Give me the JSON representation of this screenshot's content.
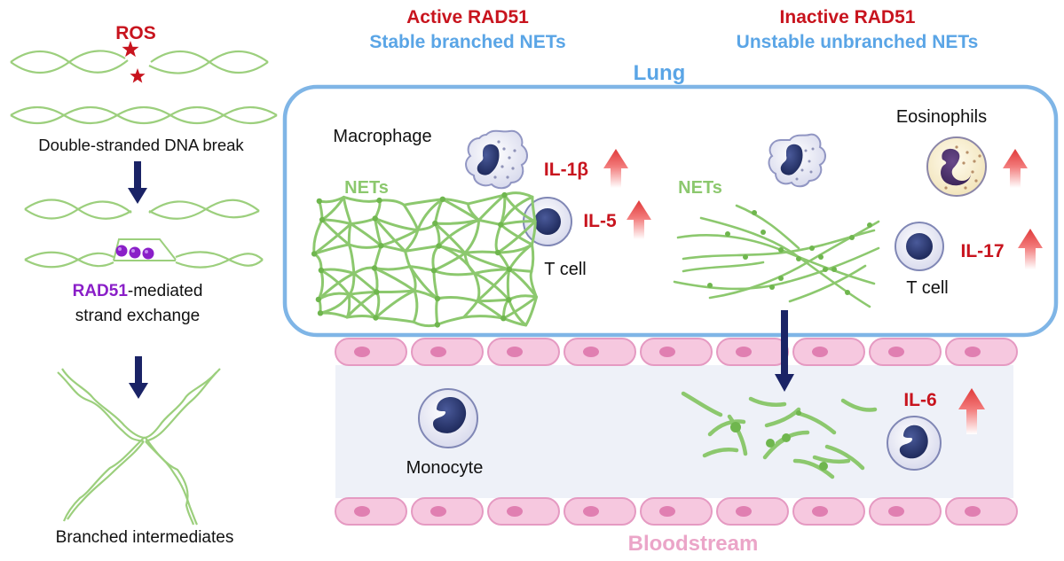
{
  "left_panel": {
    "ros_label": "ROS",
    "break_label": "Double-stranded DNA break",
    "rad51_word": "RAD51",
    "mediated_suffix": "-mediated",
    "strand_exchange": "strand exchange",
    "branched_label": "Branched intermediates"
  },
  "headers": {
    "active_title": "Active RAD51",
    "active_subtitle": "Stable branched NETs",
    "inactive_title": "Inactive RAD51",
    "inactive_subtitle": "Unstable unbranched NETs"
  },
  "lung": {
    "label": "Lung",
    "active": {
      "macrophage_label": "Macrophage",
      "nets_label": "NETs",
      "il1b_label": "IL-1β",
      "il5_label": "IL-5",
      "tcell_label": "T cell"
    },
    "inactive": {
      "eosinophils_label": "Eosinophils",
      "nets_label": "NETs",
      "il17_label": "IL-17",
      "tcell_label": "T cell"
    }
  },
  "bloodstream": {
    "label": "Bloodstream",
    "monocyte_label": "Monocyte",
    "il6_label": "IL-6"
  },
  "colors": {
    "red_text": "#c8141e",
    "blue_text": "#5aa5e6",
    "dna_green": "#9ccf7d",
    "rad51_purple": "#8a1fc8",
    "lung_border": "#7fb5e6",
    "vessel_pink": "#f4b8d6",
    "arrow_navy": "#1a2366"
  },
  "icons": [
    "star-icon",
    "down-arrow-icon",
    "up-arrow-icon",
    "macrophage-cell-icon",
    "t-cell-icon",
    "eosinophil-cell-icon",
    "monocyte-cell-icon",
    "endothelial-cell-icon"
  ]
}
